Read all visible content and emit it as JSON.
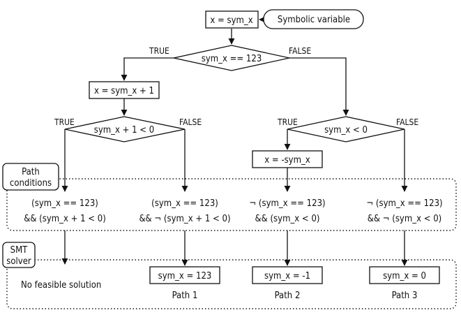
{
  "nodes": {
    "init": "x = sym_x",
    "symbolic_callout": "Symbolic variable",
    "cond1": "sym_x == 123",
    "assign_true": "x = sym_x + 1",
    "cond2": "sym_x + 1 < 0",
    "cond3": "sym_x < 0",
    "assign_neg": "x = -sym_x"
  },
  "branch_labels": {
    "cond1_true": "TRUE",
    "cond1_false": "FALSE",
    "cond2_true": "TRUE",
    "cond2_false": "FALSE",
    "cond3_true": "TRUE",
    "cond3_false": "FALSE"
  },
  "path_conditions": {
    "label_line1": "Path",
    "label_line2": "conditions",
    "items": [
      {
        "line1": "(sym_x == 123)",
        "line2": "&& (sym_x + 1 < 0)"
      },
      {
        "line1": "(sym_x == 123)",
        "line2": "&& ¬ (sym_x + 1 < 0)"
      },
      {
        "line1": "¬ (sym_x == 123)",
        "line2": "&& (sym_x < 0)"
      },
      {
        "line1": "¬ (sym_x == 123)",
        "line2": "&& ¬ (sym_x < 0)"
      }
    ]
  },
  "smt": {
    "label_line1": "SMT",
    "label_line2": "solver",
    "no_solution": "No feasible solution",
    "solutions": [
      {
        "value": "sym_x = 123",
        "path": "Path 1"
      },
      {
        "value": "sym_x = -1",
        "path": "Path 2"
      },
      {
        "value": "sym_x = 0",
        "path": "Path 3"
      }
    ]
  }
}
